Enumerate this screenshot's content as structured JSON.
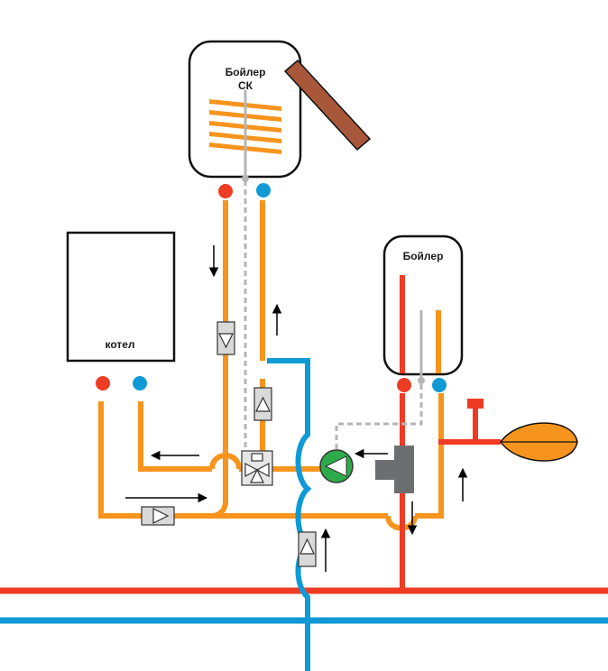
{
  "labels": {
    "solar_boiler_line1": "Бойлер",
    "solar_boiler_line2": "СК",
    "boiler": "Бойлер",
    "kotel": "котел"
  },
  "icons": {
    "check_valve": "check-valve-icon",
    "three_way_valve": "three-way-valve-icon",
    "pump": "circulation-pump-icon",
    "expansion_tank": "expansion-tank-icon",
    "solar_collector": "solar-collector-icon",
    "heat_exchanger": "heat-exchanger-coil-icon",
    "flow_arrow": "flow-arrow-icon"
  },
  "colors": {
    "orange_pipe": "#f7941d",
    "red_pipe": "#ee3b24",
    "blue_pipe": "#0f9ad6",
    "collector": "#a8573a",
    "control_line": "#b5b5b5",
    "pump_green": "#2dab4a",
    "block_gray": "#6d6e71",
    "valve_gray": "#d9d9d9"
  }
}
